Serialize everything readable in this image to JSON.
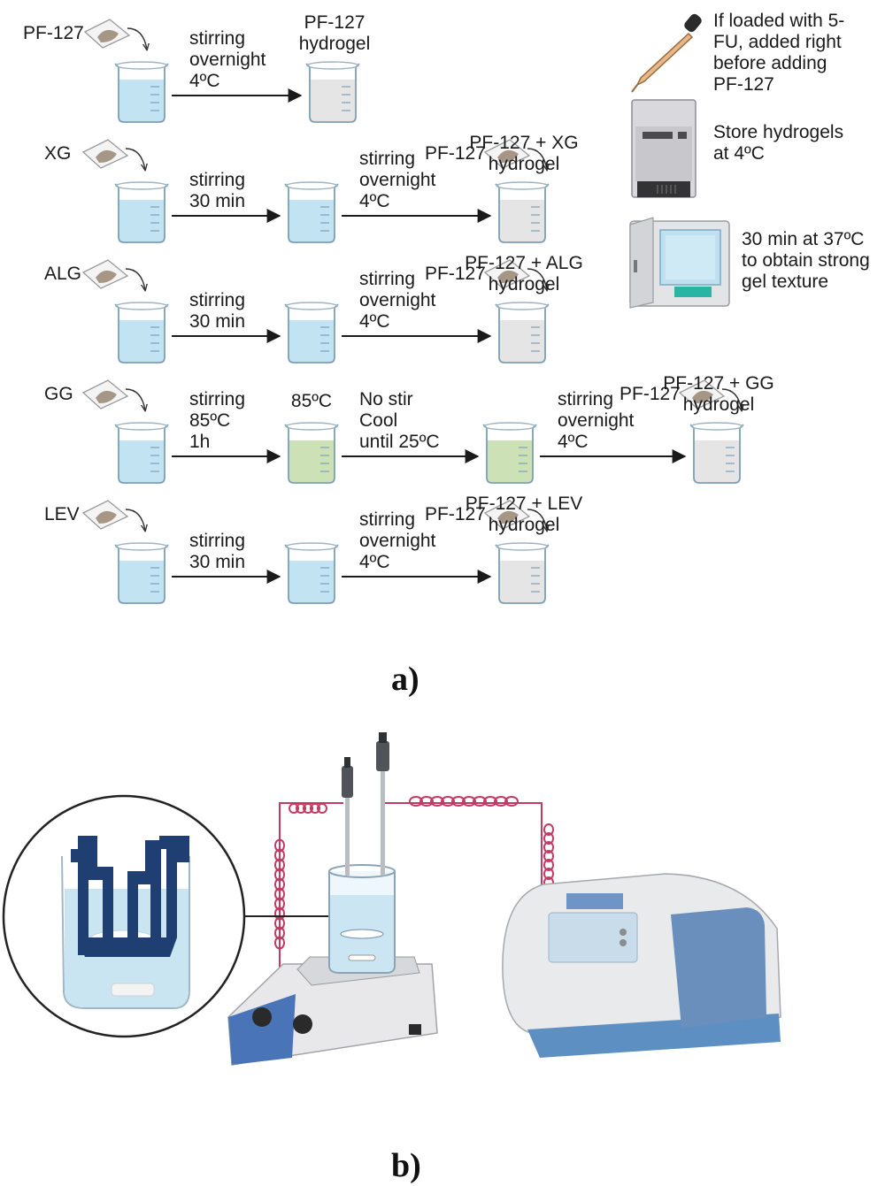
{
  "panel_a": {
    "caption": "a)",
    "rows": [
      {
        "id": "pf127",
        "start_label": "PF-127",
        "steps": [
          {
            "lines": [
              "stirring",
              "overnight",
              "4ºC"
            ]
          }
        ],
        "product": [
          "PF-127",
          "hydrogel"
        ]
      },
      {
        "id": "xg",
        "start_label": "XG",
        "steps": [
          {
            "lines": [
              "stirring",
              "30 min"
            ]
          },
          {
            "added": "PF-127",
            "lines": [
              "stirring",
              "overnight",
              "4ºC"
            ]
          }
        ],
        "product": [
          "PF-127 + XG",
          "hydrogel"
        ]
      },
      {
        "id": "alg",
        "start_label": "ALG",
        "steps": [
          {
            "lines": [
              "stirring",
              "30 min"
            ]
          },
          {
            "added": "PF-127",
            "lines": [
              "stirring",
              "overnight",
              "4ºC"
            ]
          }
        ],
        "product": [
          "PF-127 + ALG",
          "hydrogel"
        ]
      },
      {
        "id": "gg",
        "start_label": "GG",
        "steps": [
          {
            "lines": [
              "stirring",
              "85ºC",
              "1h"
            ],
            "result_label": "85ºC"
          },
          {
            "lines": [
              "No stir",
              "Cool",
              "until 25ºC"
            ]
          },
          {
            "added": "PF-127",
            "lines": [
              "stirring",
              "overnight",
              "4ºC"
            ]
          }
        ],
        "product": [
          "PF-127 + GG",
          "hydrogel"
        ]
      },
      {
        "id": "lev",
        "start_label": "LEV",
        "steps": [
          {
            "lines": [
              "stirring",
              "30 min"
            ]
          },
          {
            "added": "PF-127",
            "lines": [
              "stirring",
              "overnight",
              "4ºC"
            ]
          }
        ],
        "product": [
          "PF-127 + LEV",
          "hydrogel"
        ]
      }
    ],
    "notes": [
      {
        "icon": "dropper-icon",
        "lines": [
          "If loaded with 5-",
          "FU, added right",
          "before adding",
          "PF-127"
        ]
      },
      {
        "icon": "refrigerator-icon",
        "lines": [
          "Store hydrogels",
          "at 4ºC"
        ]
      },
      {
        "icon": "incubator-icon",
        "lines": [
          "30 min at 37ºC",
          "to obtain strong",
          "gel texture"
        ]
      }
    ]
  },
  "panel_b": {
    "caption": "b)",
    "icons": [
      "magnified-beaker-icon",
      "magnetic-stirrer-icon",
      "spectrophotometer-icon",
      "tubing-icon"
    ]
  },
  "colors": {
    "water": "#bfe1f0",
    "water_dark": "#8fc7e2",
    "gel": "#e4e4e4",
    "green_solution": "#c9dfb2",
    "navy_holder": "#1f3f73",
    "tubing": "#c23b63",
    "arrow": "#1a1a1a"
  }
}
